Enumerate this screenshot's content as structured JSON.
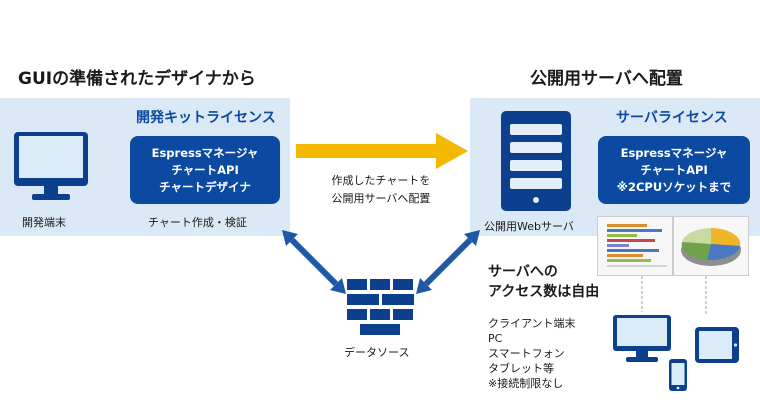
{
  "left": {
    "heading": "GUIの準備されたデザイナから",
    "panel_title": "開発キットライセンス",
    "kit_items": [
      "Espressマネージャ",
      "チャートAPI",
      "チャートデザイナ"
    ],
    "terminal_label": "開発端末",
    "task_label": "チャート作成・検証"
  },
  "middle": {
    "arrow_caption": [
      "作成したチャートを",
      "公開用サーバへ配置"
    ],
    "datasource_label": "データソース"
  },
  "right": {
    "heading": "公開用サーバへ配置",
    "panel_title": "サーバライセンス",
    "server_items": [
      "Espressマネージャ",
      "チャートAPI",
      "※2CPUソケットまで"
    ],
    "server_label": "公開用Webサーバ",
    "access_lines": [
      "サーバへの",
      "アクセス数は自由"
    ],
    "clients_title": "クライアント端末",
    "clients": [
      "PC",
      "スマートフォン",
      "タブレット等"
    ],
    "clients_note": "※接続制限なし"
  },
  "colors": {
    "panel_bg": "#dbe8f6",
    "brand_blue": "#0b4aa0",
    "arrow_yellow": "#f3b800",
    "arrow_blue": "#1f58a6"
  },
  "icons": [
    "monitor-icon",
    "server-icon",
    "database-icon",
    "chart-thumbnail",
    "desktop-pc-icon",
    "tablet-icon",
    "smartphone-icon"
  ]
}
